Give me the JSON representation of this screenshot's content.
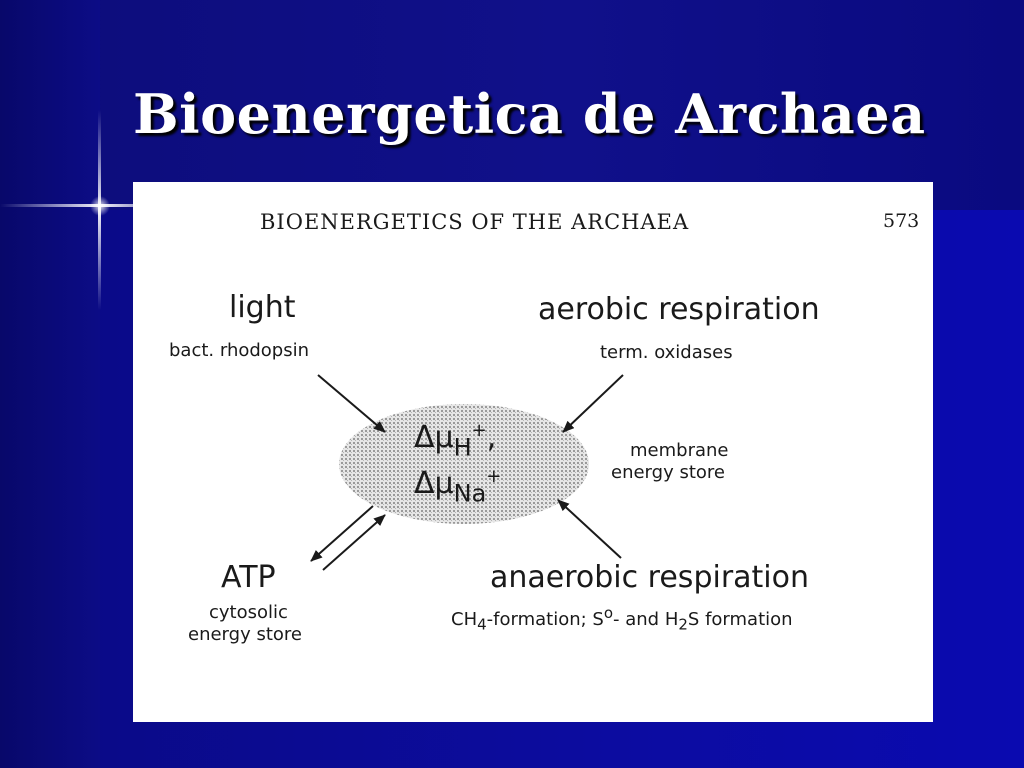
{
  "slide": {
    "title": "Bioenergetica de Archaea"
  },
  "figure": {
    "header": "BIOENERGETICS OF THE ARCHAEA",
    "page_number": "573",
    "light": {
      "label": "light",
      "sub": "bact. rhodopsin"
    },
    "aerobic": {
      "label": "aerobic respiration",
      "sub": "term. oxidases"
    },
    "anaerobic": {
      "label": "anaerobic respiration",
      "sub_parts": [
        "CH",
        "4",
        "-formation; S",
        "o",
        "- and H",
        "2",
        "S formation"
      ]
    },
    "atp": {
      "label": "ATP",
      "sub_line1": "cytosolic",
      "sub_line2": "energy store"
    },
    "membrane": {
      "line1": "membrane",
      "line2": "energy store"
    },
    "gradient_h": {
      "delta_mu": "Δμ",
      "ion": "H",
      "charge": "+",
      "sep": ","
    },
    "gradient_na": {
      "delta_mu": "Δμ",
      "ion": "Na",
      "charge": "+"
    }
  },
  "colors": {
    "background": "#0a0a86",
    "title_text": "#ffffff",
    "figure_bg": "#ffffff",
    "ink": "#1a1a1a",
    "ellipse_stipple": "#bdbdbd"
  }
}
